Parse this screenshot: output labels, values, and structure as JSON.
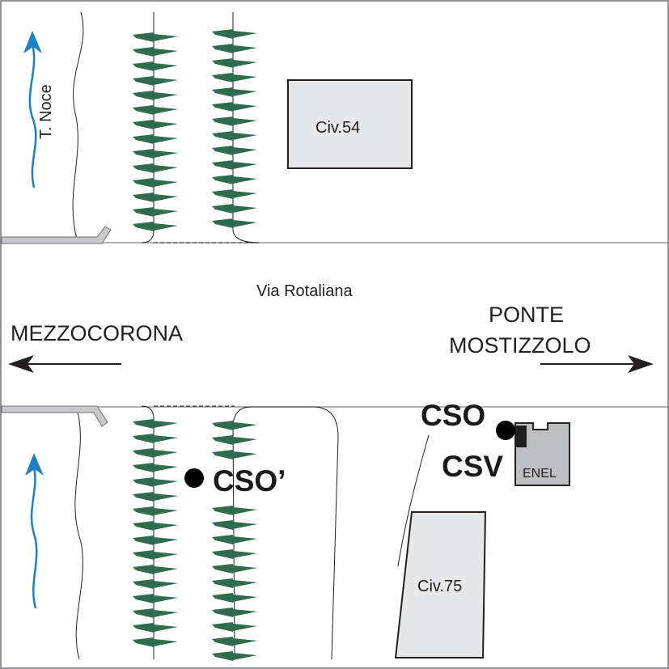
{
  "map": {
    "street_name": "Via Rotaliana",
    "river_label": "T. Noce",
    "direction_left": "MEZZOCORONA",
    "direction_right_line1": "PONTE",
    "direction_right_line2": "MOSTIZZOLO",
    "buildings": [
      {
        "label": "Civ.54"
      },
      {
        "label": "Civ.75"
      },
      {
        "label": "ENEL"
      }
    ],
    "points": [
      {
        "label": "CSO"
      },
      {
        "label": "CSV"
      },
      {
        "label": "CSO’"
      }
    ],
    "colors": {
      "river": "#1f7fc4",
      "vegetation": "#2e6b4f",
      "building_fill": "#e6e7e8",
      "enel_fill": "#bcbec0",
      "guardrail": "#c7c8ca"
    }
  }
}
